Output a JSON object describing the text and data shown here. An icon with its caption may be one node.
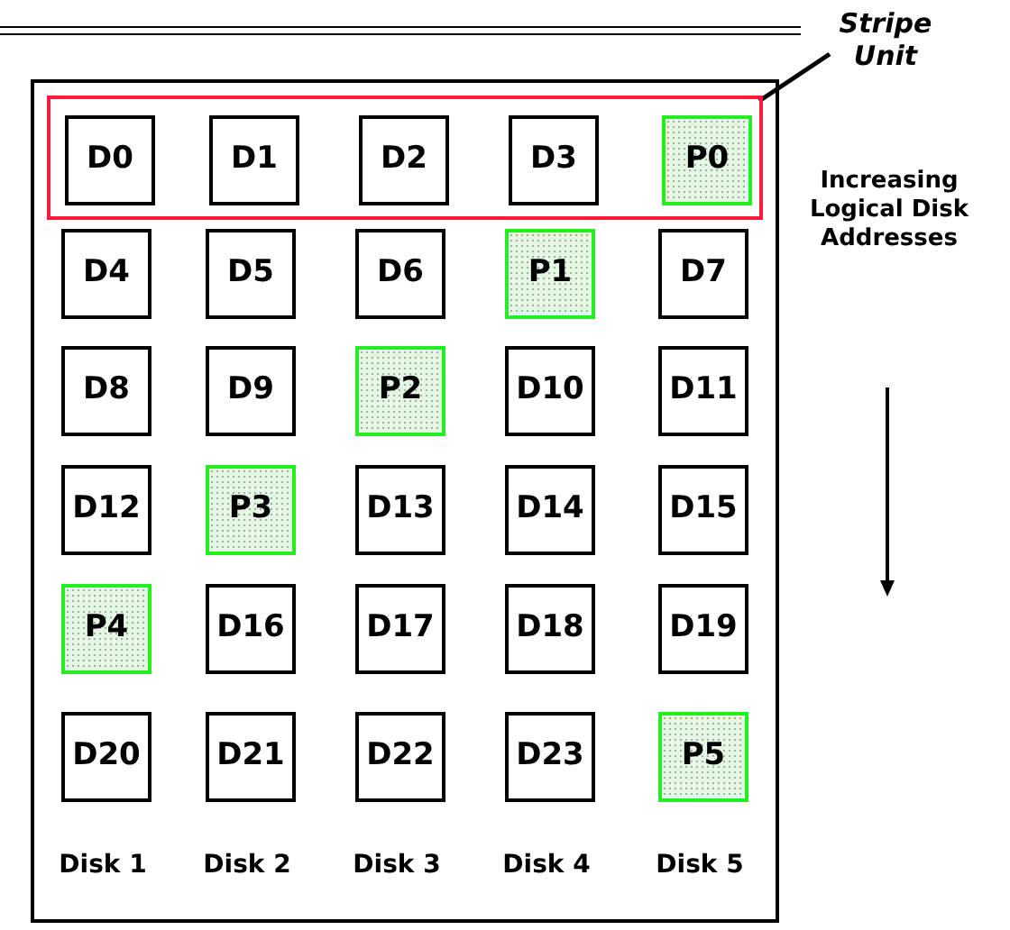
{
  "diagram": {
    "nodes": [
      {
        "text": [],
        "shape": "box"
      },
      {
        "text": [],
        "shape": "box",
        "in": 0
      },
      {
        "text": [
          "D0"
        ],
        "in": 1
      },
      {
        "text": [
          "D1"
        ],
        "in": 1
      },
      {
        "text": [
          "D2"
        ],
        "in": 1
      },
      {
        "text": [
          "D3"
        ],
        "in": 1
      },
      {
        "text": [
          "P0"
        ],
        "in": 1
      },
      {
        "text": [
          "D4"
        ],
        "in": 0
      },
      {
        "text": [
          "D5"
        ],
        "in": 0
      },
      {
        "text": [
          "D6"
        ],
        "in": 0
      },
      {
        "text": [
          "P1"
        ],
        "in": 0
      },
      {
        "text": [
          "D7"
        ],
        "in": 0
      },
      {
        "text": [
          "D8"
        ],
        "in": 0
      },
      {
        "text": [
          "D9"
        ],
        "in": 0
      },
      {
        "text": [
          "P2"
        ],
        "in": 0
      },
      {
        "text": [
          "D10"
        ],
        "in": 0
      },
      {
        "text": [
          "D11"
        ],
        "in": 0
      },
      {
        "text": [
          "D12"
        ],
        "in": 0
      },
      {
        "text": [
          "P3"
        ],
        "in": 0
      },
      {
        "text": [
          "D13"
        ],
        "in": 0
      },
      {
        "text": [
          "D14"
        ],
        "in": 0
      },
      {
        "text": [
          "D15"
        ],
        "in": 0
      },
      {
        "text": [
          "P4"
        ],
        "in": 0
      },
      {
        "text": [
          "D16"
        ],
        "in": 0
      },
      {
        "text": [
          "D17"
        ],
        "in": 0
      },
      {
        "text": [
          "D18"
        ],
        "in": 0
      },
      {
        "text": [
          "D19"
        ],
        "in": 0
      },
      {
        "text": [
          "D20"
        ],
        "in": 0
      },
      {
        "text": [
          "D21"
        ],
        "in": 0
      },
      {
        "text": [
          "D22"
        ],
        "in": 0
      },
      {
        "text": [
          "D23"
        ],
        "in": 0
      },
      {
        "text": [
          "P5"
        ],
        "in": 0
      },
      {
        "text": [
          "Stripe Unit"
        ]
      }
    ],
    "edges": [
      {
        "from": 32,
        "to": 1,
        "arrow": "none"
      }
    ],
    "labels": [
      "Increasing Logical Disk Addresses",
      "Disk 1",
      "Disk 2",
      "Disk 3",
      "Disk 4",
      "Disk 5"
    ]
  }
}
